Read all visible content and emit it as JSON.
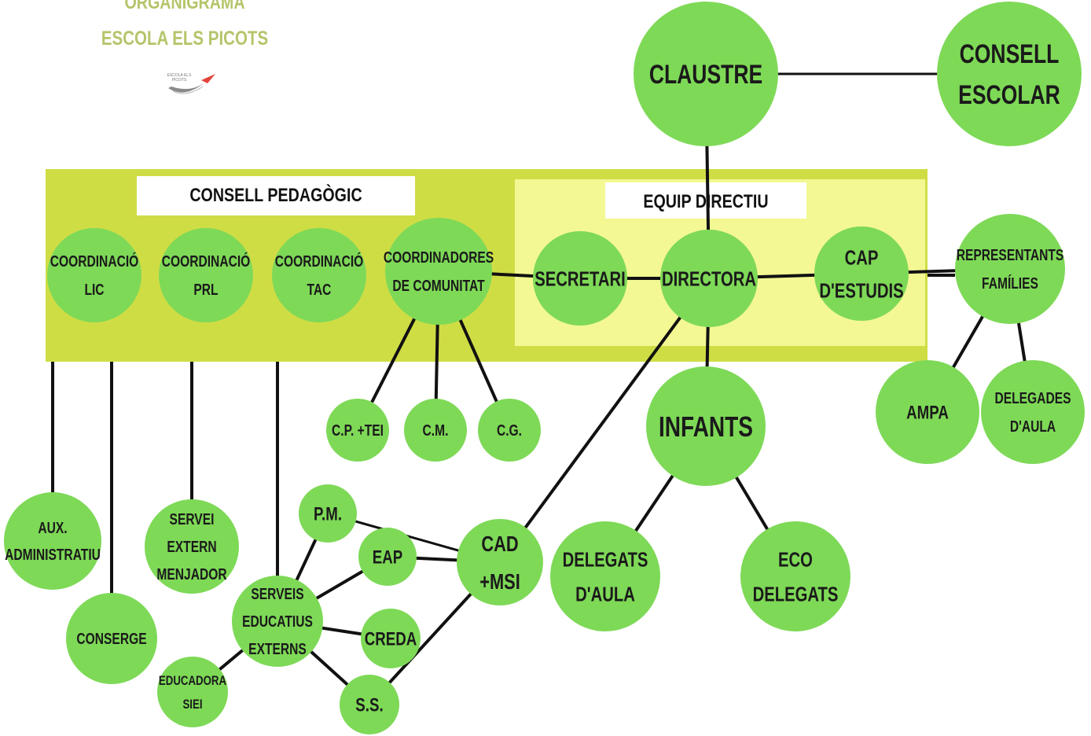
{
  "header": {
    "title": "ORGANIGRAMA",
    "school": "ESCOLA ELS PICOTS",
    "logo_text": "ESCOLA ELS PICOTS"
  },
  "panels": {
    "consell": "CONSELL PEDAGÒGIC",
    "equip": "EQUIP DIRECTIU"
  },
  "colors": {
    "node_fill": "#7ed957",
    "outer_panel": "#cfdd45",
    "inner_panel": "#f3f892",
    "header_text": "#b4c56a",
    "edge": "#111111"
  },
  "nodes": [
    {
      "id": "claustre",
      "lines": [
        "CLAUSTRE"
      ]
    },
    {
      "id": "consell-escolar",
      "lines": [
        "CONSELL",
        "ESCOLAR"
      ]
    },
    {
      "id": "coord-lic",
      "lines": [
        "COORDINACIÓ",
        "LIC"
      ]
    },
    {
      "id": "coord-prl",
      "lines": [
        "COORDINACIÓ",
        "PRL"
      ]
    },
    {
      "id": "coord-tac",
      "lines": [
        "COORDINACIÓ",
        "TAC"
      ]
    },
    {
      "id": "coord-comunitat",
      "lines": [
        "COORDINADORES",
        "DE COMUNITAT"
      ]
    },
    {
      "id": "secretari",
      "lines": [
        "SECRETARI"
      ]
    },
    {
      "id": "directora",
      "lines": [
        "DIRECTORA"
      ]
    },
    {
      "id": "cap-estudis",
      "lines": [
        "CAP",
        "D'ESTUDIS"
      ]
    },
    {
      "id": "representants",
      "lines": [
        "REPRESENTANTS",
        "FAMÍLIES"
      ]
    },
    {
      "id": "cp-tei",
      "lines": [
        "C.P. +TEI"
      ]
    },
    {
      "id": "cm",
      "lines": [
        "C.M."
      ]
    },
    {
      "id": "cg",
      "lines": [
        "C.G."
      ]
    },
    {
      "id": "infants",
      "lines": [
        "INFANTS"
      ]
    },
    {
      "id": "ampa",
      "lines": [
        "AMPA"
      ]
    },
    {
      "id": "delegades-aula",
      "lines": [
        "DELEGADES",
        "D'AULA"
      ]
    },
    {
      "id": "aux-admin",
      "lines": [
        "AUX.",
        "ADMINISTRATIU"
      ]
    },
    {
      "id": "servei-menjador",
      "lines": [
        "SERVEI",
        "EXTERN",
        "MENJADOR"
      ]
    },
    {
      "id": "pm",
      "lines": [
        "P.M."
      ]
    },
    {
      "id": "eap",
      "lines": [
        "EAP"
      ]
    },
    {
      "id": "cad",
      "lines": [
        "CAD",
        "+MSI"
      ]
    },
    {
      "id": "delegats-aula",
      "lines": [
        "DELEGATS",
        "D'AULA"
      ]
    },
    {
      "id": "eco-delegats",
      "lines": [
        "ECO",
        "DELEGATS"
      ]
    },
    {
      "id": "serveis-educatius",
      "lines": [
        "SERVEIS",
        "EDUCATIUS",
        "EXTERNS"
      ]
    },
    {
      "id": "creda",
      "lines": [
        "CREDA"
      ]
    },
    {
      "id": "conserge",
      "lines": [
        "CONSERGE"
      ]
    },
    {
      "id": "educadora-siei",
      "lines": [
        "EDUCADORA",
        "SIEI"
      ]
    },
    {
      "id": "ss",
      "lines": [
        "S.S."
      ]
    }
  ],
  "edges": [
    [
      "claustre",
      "consell-escolar"
    ],
    [
      "claustre",
      "directora"
    ],
    [
      "coord-comunitat",
      "secretari"
    ],
    [
      "secretari",
      "directora"
    ],
    [
      "directora",
      "cap-estudis"
    ],
    [
      "cap-estudis",
      "representants"
    ],
    [
      "directora",
      "infants"
    ],
    [
      "coord-comunitat",
      "cp-tei"
    ],
    [
      "coord-comunitat",
      "cm"
    ],
    [
      "coord-comunitat",
      "cg"
    ],
    [
      "representants",
      "ampa"
    ],
    [
      "representants",
      "delegades-aula"
    ],
    [
      "infants",
      "delegats-aula"
    ],
    [
      "infants",
      "eco-delegats"
    ],
    [
      "directora",
      "cad"
    ],
    [
      "pm",
      "cad"
    ],
    [
      "eap",
      "cad"
    ],
    [
      "cad",
      "ss"
    ],
    [
      "serveis-educatius",
      "pm"
    ],
    [
      "serveis-educatius",
      "eap"
    ],
    [
      "serveis-educatius",
      "creda"
    ],
    [
      "serveis-educatius",
      "ss"
    ],
    [
      "serveis-educatius",
      "educadora-siei"
    ]
  ]
}
